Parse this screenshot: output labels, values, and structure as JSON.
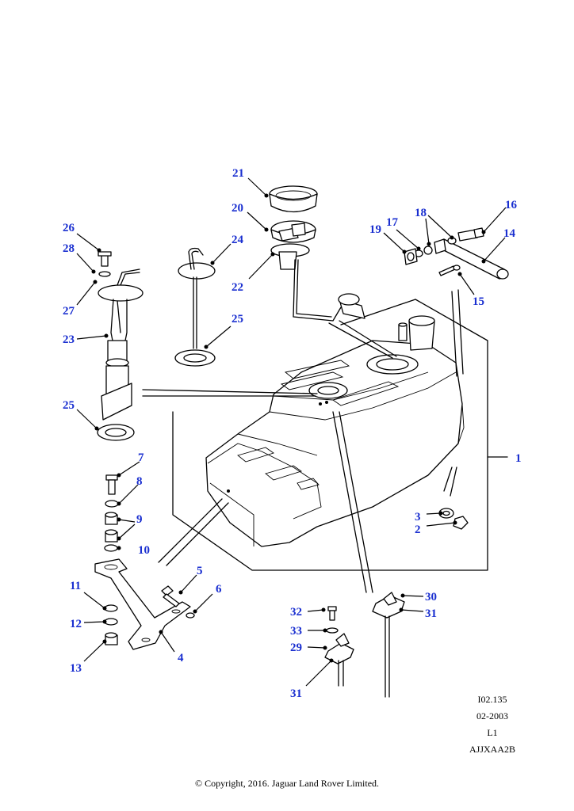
{
  "labels": {
    "l1": "1",
    "l2": "2",
    "l3": "3",
    "l4": "4",
    "l5": "5",
    "l6": "6",
    "l7": "7",
    "l8": "8",
    "l9": "9",
    "l10": "10",
    "l11": "11",
    "l12": "12",
    "l13": "13",
    "l14": "14",
    "l15": "15",
    "l16": "16",
    "l17": "17",
    "l18": "18",
    "l19": "19",
    "l20": "20",
    "l21": "21",
    "l22": "22",
    "l23": "23",
    "l24": "24",
    "l25a": "25",
    "l25b": "25",
    "l26": "26",
    "l27": "27",
    "l28": "28",
    "l29": "29",
    "l30": "30",
    "l31a": "31",
    "l31b": "31",
    "l32": "32",
    "l33": "33"
  },
  "reference": {
    "code": "I02.135",
    "date": "02-2003",
    "level": "L1",
    "id": "AJJXAA2B"
  },
  "copyright": "© Copyright, 2016. Jaguar Land Rover Limited.",
  "colors": {
    "label": "#1a2fd0",
    "line": "#000000"
  }
}
